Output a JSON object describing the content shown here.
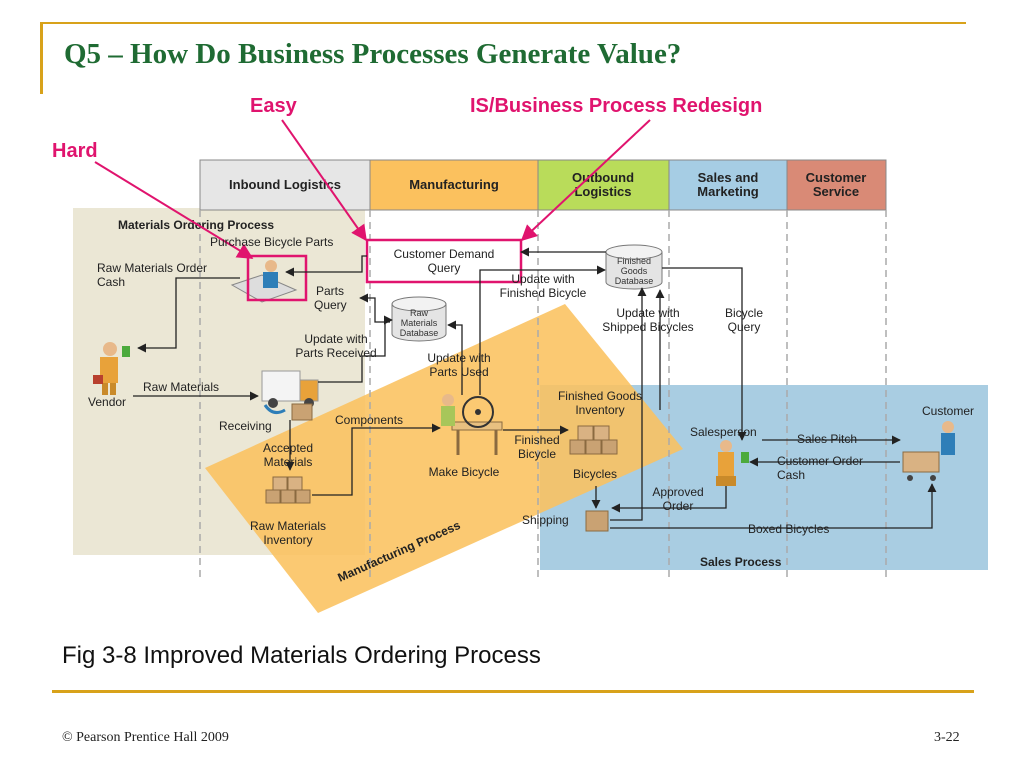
{
  "slide": {
    "title": "Q5 – How Do Business Processes Generate Value?",
    "caption": "Fig 3-8 Improved Materials Ordering Process",
    "footer": {
      "copyright": "© Pearson Prentice Hall 2009",
      "page": "3-22"
    },
    "callouts": {
      "easy": "Easy",
      "is_redesign": "IS/Business Process Redesign",
      "hard": "Hard"
    }
  },
  "colors": {
    "title": "#1f6b33",
    "accent_rule": "#d8a21a",
    "callout": "#e0146e",
    "inbound": "#e6e6e6",
    "manufacturing": "#fbc15e",
    "outbound": "#b9dc5a",
    "sales": "#a6cde4",
    "service": "#d98a76",
    "materials_bg": "#ebe7d5",
    "manufacturing_bg": "#fbc15e",
    "sales_bg": "#a9cde2"
  },
  "diagram": {
    "columns": [
      "Inbound Logistics",
      "Manufacturing",
      "Outbound Logistics",
      "Sales and Marketing",
      "Customer Service"
    ],
    "processes": {
      "materials": "Materials Ordering Process",
      "manufacturing": "Manufacturing Process",
      "sales": "Sales Process"
    },
    "databases": {
      "raw": "Raw Materials Database",
      "finished": "Finished Goods Database"
    },
    "actors": {
      "vendor": "Vendor",
      "customer": "Customer",
      "salesperson": "Salesperson",
      "receiving": "Receiving",
      "make_bicycle": "Make Bicycle",
      "shipping": "Shipping",
      "raw_inventory": "Raw Materials Inventory",
      "finished_inventory": "Finished Goods Inventory"
    },
    "labels": {
      "purchase": "Purchase Bicycle Parts",
      "raw_order_cash": "Raw Materials Order Cash",
      "parts_query": "Parts Query",
      "update_parts_received": "Update with Parts Received",
      "raw_materials": "Raw Materials",
      "accepted_materials": "Accepted Materials",
      "components": "Components",
      "update_parts_used": "Update with Parts Used",
      "finished_bicycle": "Finished Bicycle",
      "bicycles": "Bicycles",
      "customer_demand_query": "Customer Demand Query",
      "update_finished_bicycle": "Update with Finished Bicycle",
      "update_shipped": "Update with Shipped Bicycles",
      "bicycle_query": "Bicycle Query",
      "sales_pitch": "Sales Pitch",
      "customer_order_cash": "Customer Order Cash",
      "approved_order": "Approved Order",
      "boxed_bicycles": "Boxed Bicycles"
    }
  }
}
